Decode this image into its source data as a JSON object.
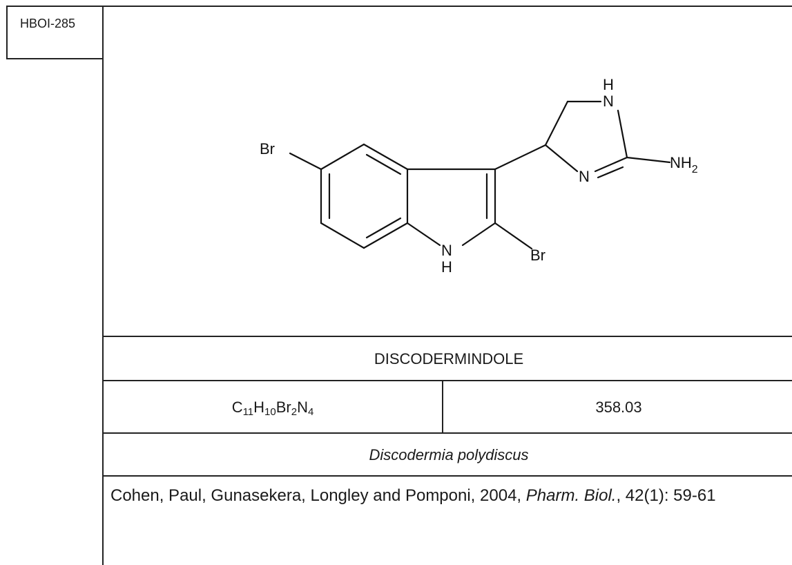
{
  "record_id": "HBOI-285",
  "compound_name": "DISCODERMINDOLE",
  "formula": {
    "parts": [
      {
        "el": "C",
        "n": "11"
      },
      {
        "el": "H",
        "n": "10"
      },
      {
        "el": "Br",
        "n": "2"
      },
      {
        "el": "N",
        "n": "4"
      }
    ]
  },
  "molecular_weight": "358.03",
  "source_organism": "Discodermia polydiscus",
  "reference": {
    "authors_year": "Cohen, Paul, Gunasekera, Longley and Pomponi, 2004, ",
    "journal": "Pharm. Biol.",
    "citation": ", 42(1): 59-61"
  },
  "structure_labels": {
    "br_top": "Br",
    "br_bottom": "Br",
    "indole_n": "N",
    "indole_h": "H",
    "ring_nh_n": "N",
    "ring_nh_h": "H",
    "imine_n": "N",
    "amine": "NH",
    "amine_sub": "2"
  }
}
